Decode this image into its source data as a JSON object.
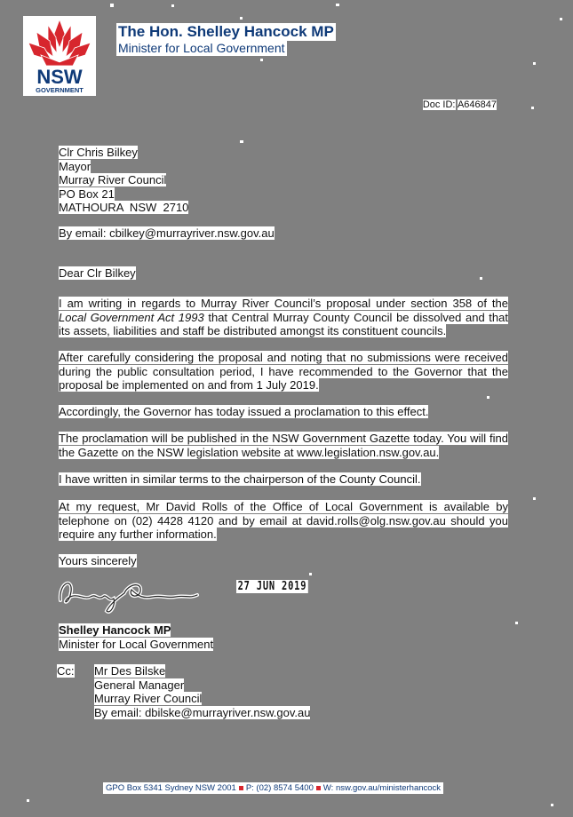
{
  "letterhead": {
    "logo_word": "NSW",
    "logo_sub": "GOVERNMENT",
    "minister_name": "The Hon. Shelley Hancock MP",
    "minister_role": "Minister for Local Government",
    "brand_blue": "#0f3a78",
    "brand_red": "#d7262e"
  },
  "doc_id": {
    "label": "Doc ID:",
    "value": "A646847"
  },
  "recipient": {
    "lines": [
      "Clr Chris Bilkey",
      "Mayor",
      "Murray River Council",
      "PO Box 21",
      "MATHOURA  NSW  2710"
    ],
    "email_line": "By email: cbilkey@murrayriver.nsw.gov.au"
  },
  "salutation": "Dear Clr Bilkey",
  "body": {
    "p1_pre": "I am writing in regards to Murray River Council’s proposal under section 358 of the ",
    "p1_italic": "Local Government Act 1993",
    "p1_post": " that Central Murray County Council be dissolved and that its assets, liabilities and staff be distributed amongst its constituent councils.",
    "p2": "After carefully considering the proposal and noting that no submissions were received during the public consultation period, I have recommended to the Governor that the proposal be implemented on and from 1 July 2019.",
    "p3": "Accordingly, the Governor has today issued a proclamation to this effect.",
    "p4": "The proclamation will be published in the NSW Government Gazette today. You will find the Gazette on the NSW legislation website at www.legislation.nsw.gov.au.",
    "p5": "I have written in similar terms to the chairperson of the County Council.",
    "p6": "At my request, Mr David Rolls of the Office of Local Government is available by telephone on (02) 4428 4120 and by email at david.rolls@olg.nsw.gov.au should you require any further information."
  },
  "closing": "Yours sincerely",
  "signature": {
    "date_stamp": "27 JUN 2019",
    "name": "Shelley Hancock MP",
    "title": "Minister for Local Government"
  },
  "cc": {
    "label": "Cc:",
    "lines": [
      "Mr Des Bilske",
      "General Manager",
      "Murray River Council",
      "By email: dbilske@murrayriver.nsw.gov.au"
    ]
  },
  "footer": {
    "address": "GPO Box 5341 Sydney NSW 2001",
    "phone": "P: (02) 8574 5400",
    "web": "W: nsw.gov.au/ministerhancock"
  }
}
